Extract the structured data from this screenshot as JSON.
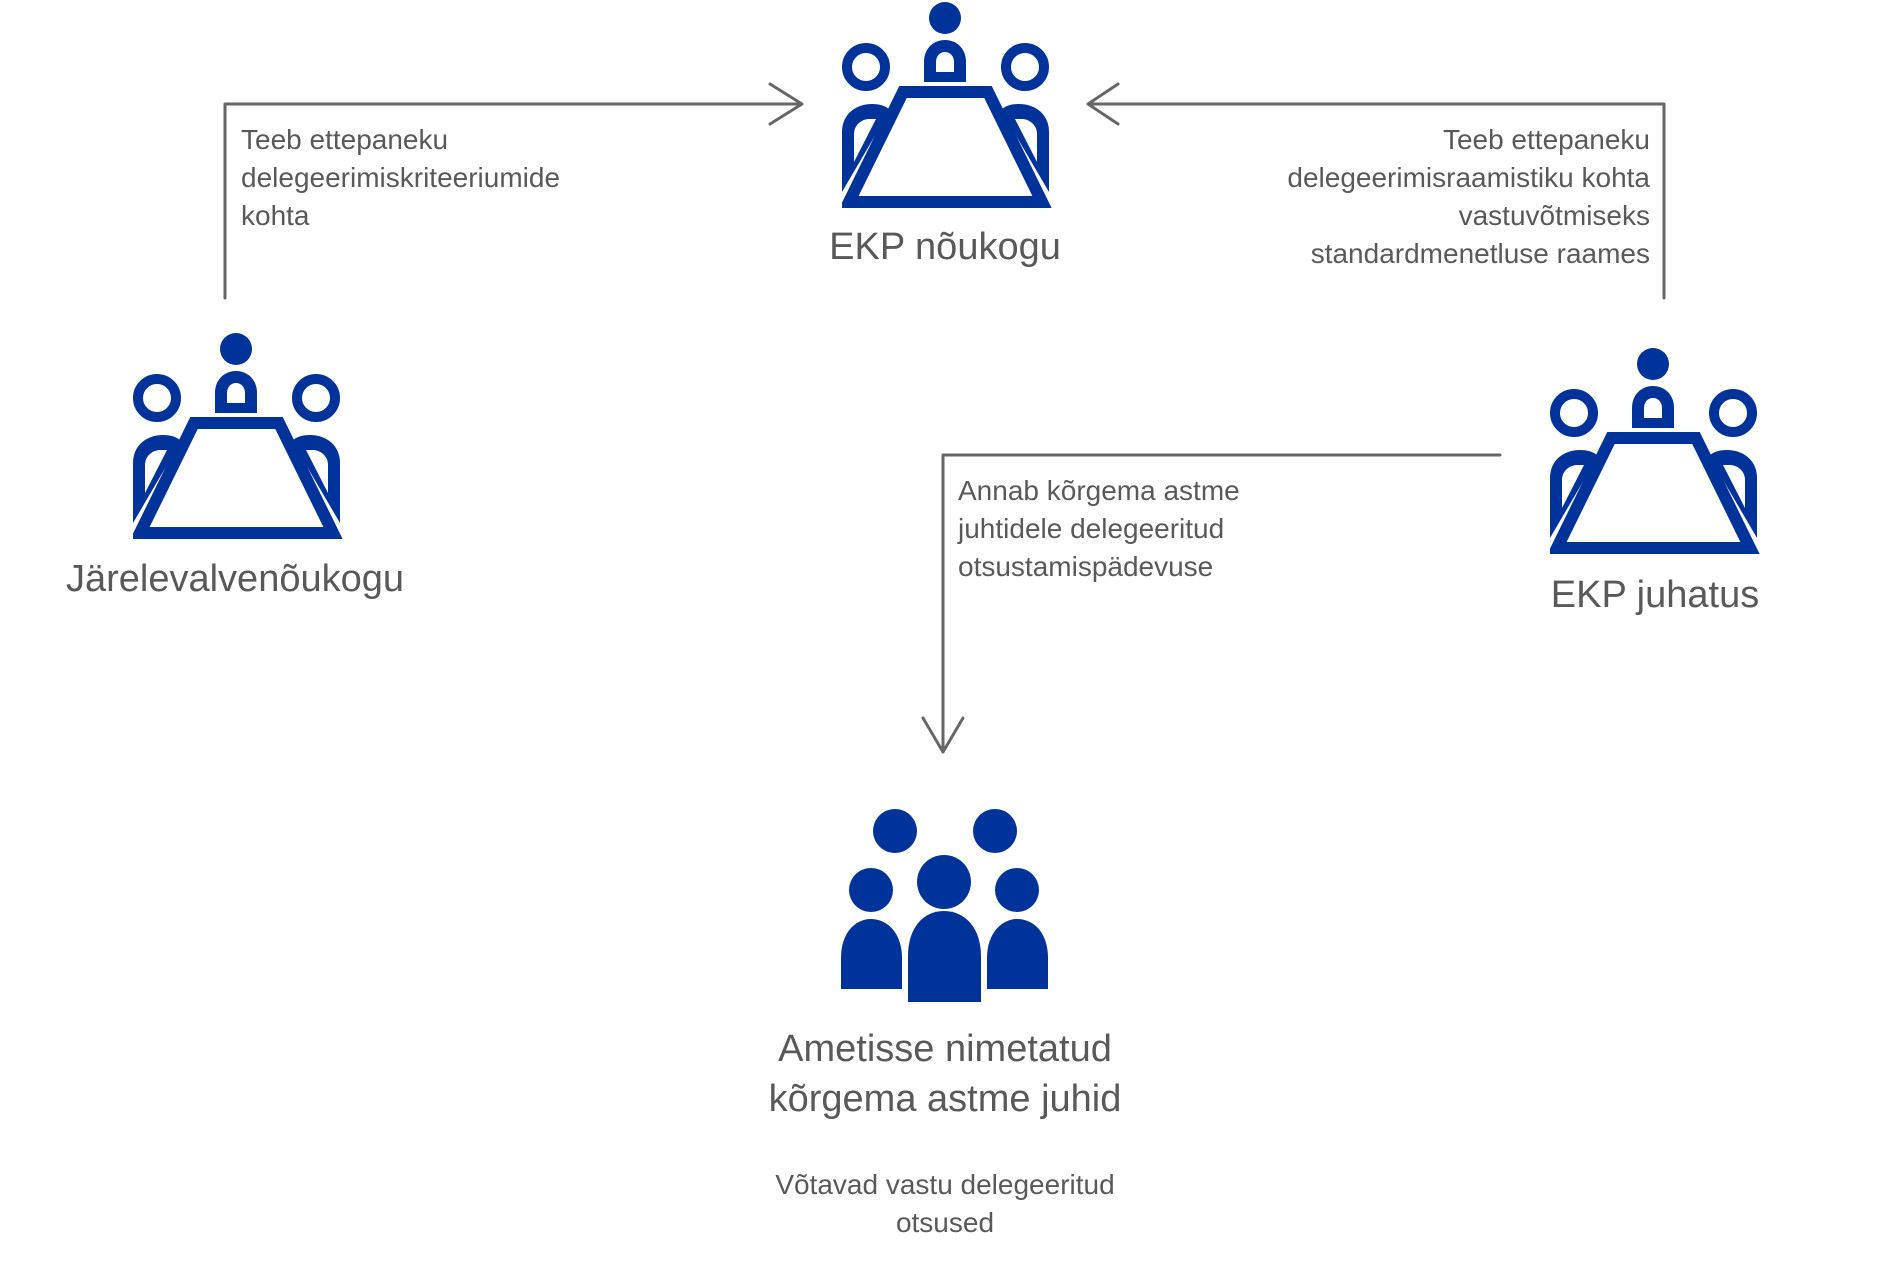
{
  "colors": {
    "icon_blue": "#003399",
    "text_gray": "#595959",
    "arrow_gray": "#666666",
    "background": "#ffffff"
  },
  "nodes": {
    "governing_council": {
      "label": "EKP nõukogu",
      "icon": "meeting-table-icon"
    },
    "supervisory_board": {
      "label": "Järelevalvenõukogu",
      "icon": "meeting-table-icon"
    },
    "executive_board": {
      "label": "EKP juhatus",
      "icon": "meeting-table-icon"
    },
    "senior_managers": {
      "label_lines": [
        "Ametisse nimetatud",
        "kõrgema astme juhid"
      ],
      "description_lines": [
        "Võtavad vastu delegeeritud",
        "otsused"
      ],
      "icon": "group-people-icon"
    }
  },
  "edges": {
    "supervisory_to_council": {
      "from": "Järelevalvenõukogu",
      "to": "EKP nõukogu",
      "label_lines": [
        "Teeb ettepaneku",
        "delegeerimiskriteeriumide",
        "kohta"
      ]
    },
    "executive_to_council": {
      "from": "EKP juhatus",
      "to": "EKP nõukogu",
      "label_lines": [
        "Teeb ettepaneku",
        "delegeerimisraamistiku kohta",
        "vastuvõtmiseks",
        "standardmenetluse raames"
      ]
    },
    "executive_to_managers": {
      "from": "EKP juhatus",
      "to": "Ametisse nimetatud kõrgema astme juhid",
      "label_lines": [
        "Annab kõrgema astme",
        "juhtidele delegeeritud",
        "otsustamispädevuse"
      ]
    }
  }
}
